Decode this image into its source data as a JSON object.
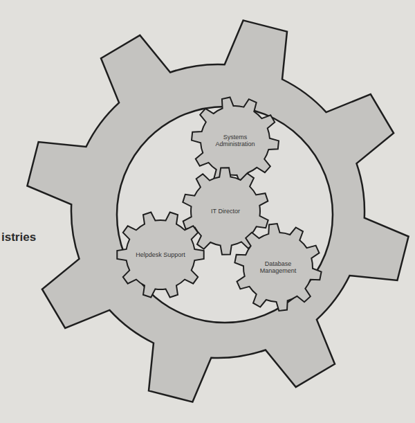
{
  "diagram": {
    "nodes": [
      {
        "text": [
          "Systems Administration"
        ]
      },
      {
        "text": [
          "IT Director"
        ]
      },
      {
        "text": [
          "Helpdesk Support"
        ]
      },
      {
        "text": [
          "Database Management"
        ]
      }
    ],
    "labels": [
      "istries"
    ]
  }
}
